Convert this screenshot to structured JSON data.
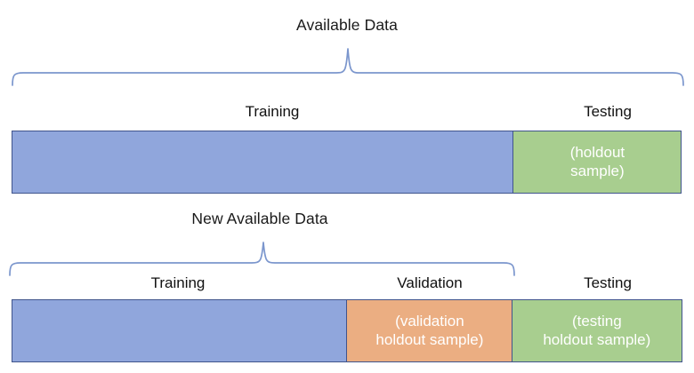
{
  "diagram": {
    "type": "train-validation-test-split",
    "background_color": "#ffffff",
    "palette": {
      "training": "#90a6dc",
      "validation": "#ebae82",
      "testing": "#a8ce8f",
      "segment_border": "#40548c",
      "brace": "#7b96cd",
      "text": "#111111",
      "segment_text": "#ffffff"
    },
    "rows": [
      {
        "id": "row-1",
        "title": "Available Data",
        "segments": [
          {
            "label": "Training",
            "inner_text": "",
            "color_key": "training"
          },
          {
            "label": "Testing",
            "inner_text": "(holdout\nsample)",
            "color_key": "testing"
          }
        ]
      },
      {
        "id": "row-2",
        "title": "New Available Data",
        "segments": [
          {
            "label": "Training",
            "inner_text": "",
            "color_key": "training"
          },
          {
            "label": "Validation",
            "inner_text": "(validation\nholdout sample)",
            "color_key": "validation"
          },
          {
            "label": "Testing",
            "inner_text": "(testing\nholdout sample)",
            "color_key": "testing"
          }
        ]
      }
    ]
  }
}
